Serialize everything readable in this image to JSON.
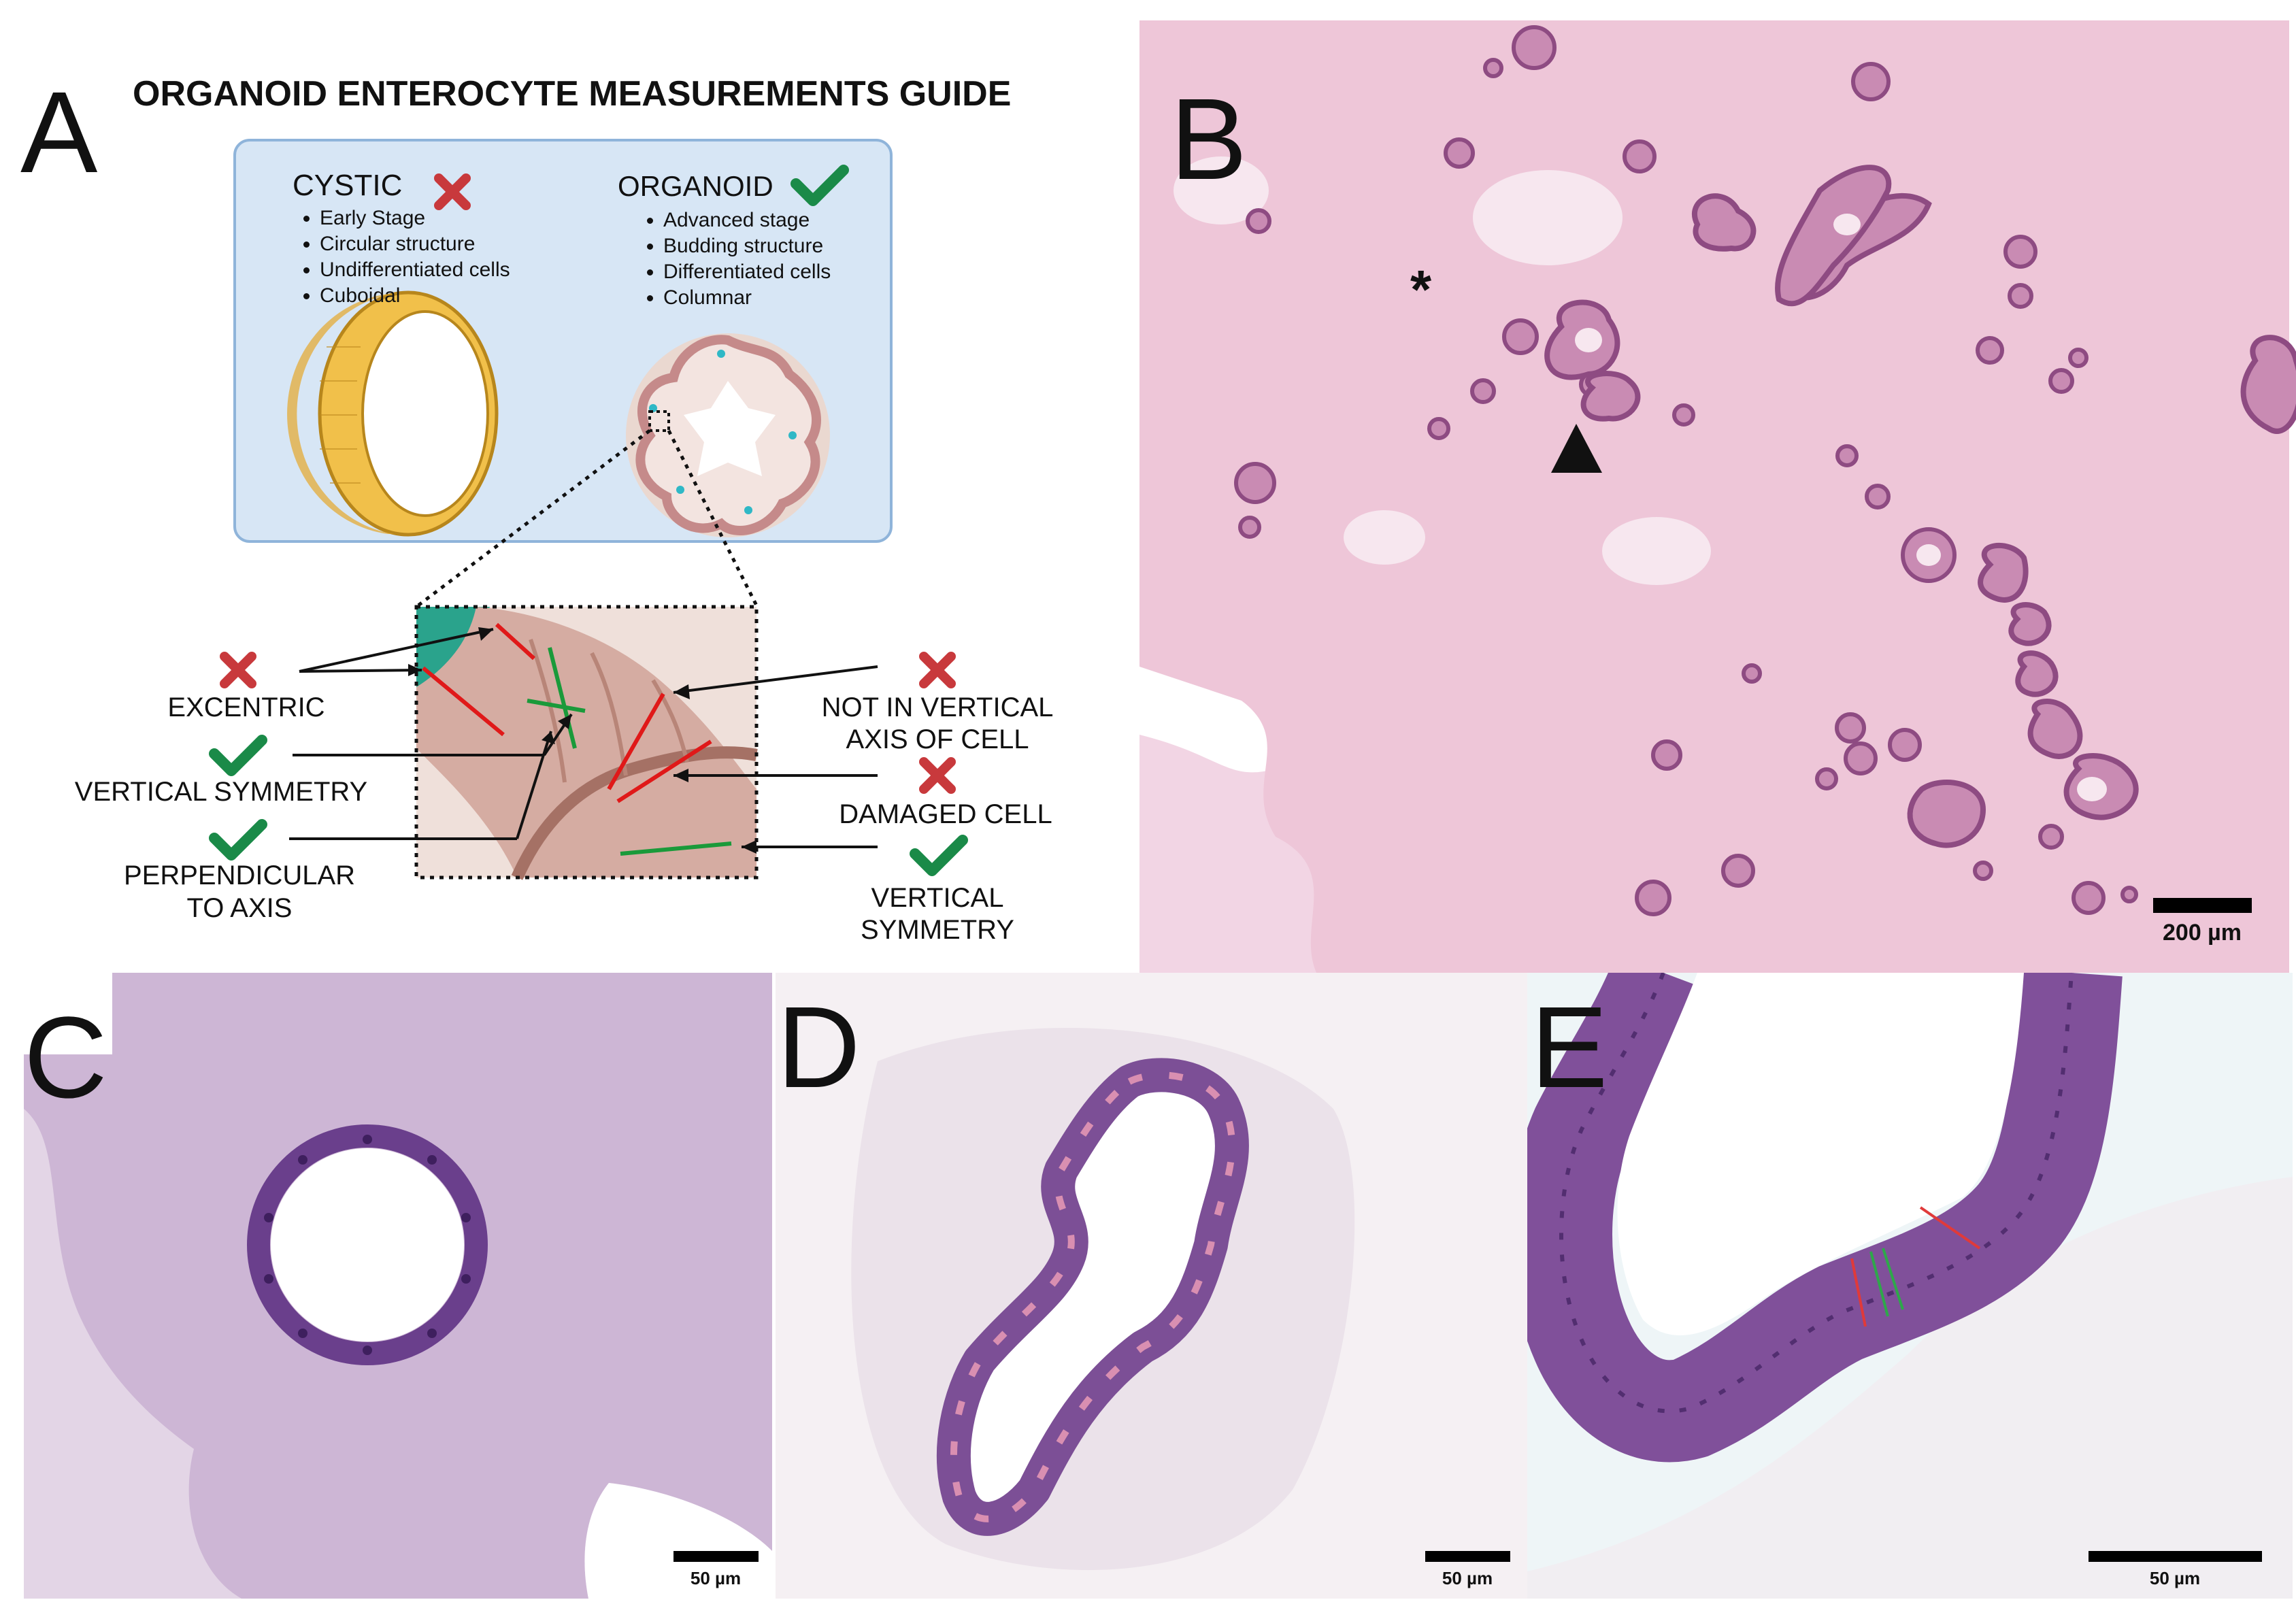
{
  "panel_a": {
    "letter": "A",
    "title": "ORGANOID ENTEROCYTE MEASUREMENTS GUIDE",
    "cystic": {
      "heading": "CYSTIC",
      "bullets": [
        "Early Stage",
        "Circular structure",
        "Undifferentiated cells",
        "Cuboidal"
      ]
    },
    "organoid": {
      "heading": "ORGANOID",
      "bullets": [
        "Advanced stage",
        "Budding structure",
        "Differentiated cells",
        "Columnar"
      ]
    },
    "labels": {
      "excentric": "EXCENTRIC",
      "vertical_symmetry_left": "VERTICAL SYMMETRY",
      "perpendicular_1": "PERPENDICULAR",
      "perpendicular_2": "TO AXIS",
      "not_vertical_1": "NOT IN VERTICAL",
      "not_vertical_2": "AXIS OF CELL",
      "damaged": "DAMAGED CELL",
      "vertical_symmetry_r1": "VERTICAL",
      "vertical_symmetry_r2": "SYMMETRY"
    },
    "colors": {
      "cross": "#c8393c",
      "check": "#1a8a48",
      "box": "#d7e6f5",
      "box_border": "#8fb4da"
    }
  },
  "panel_b": {
    "letter": "B",
    "asterisk": "*",
    "scale_bar": "200 µm"
  },
  "panel_c": {
    "letter": "C",
    "scale_bar": "50 µm"
  },
  "panel_d": {
    "letter": "D",
    "scale_bar": "50 µm"
  },
  "panel_e": {
    "letter": "E",
    "scale_bar": "50 µm"
  }
}
